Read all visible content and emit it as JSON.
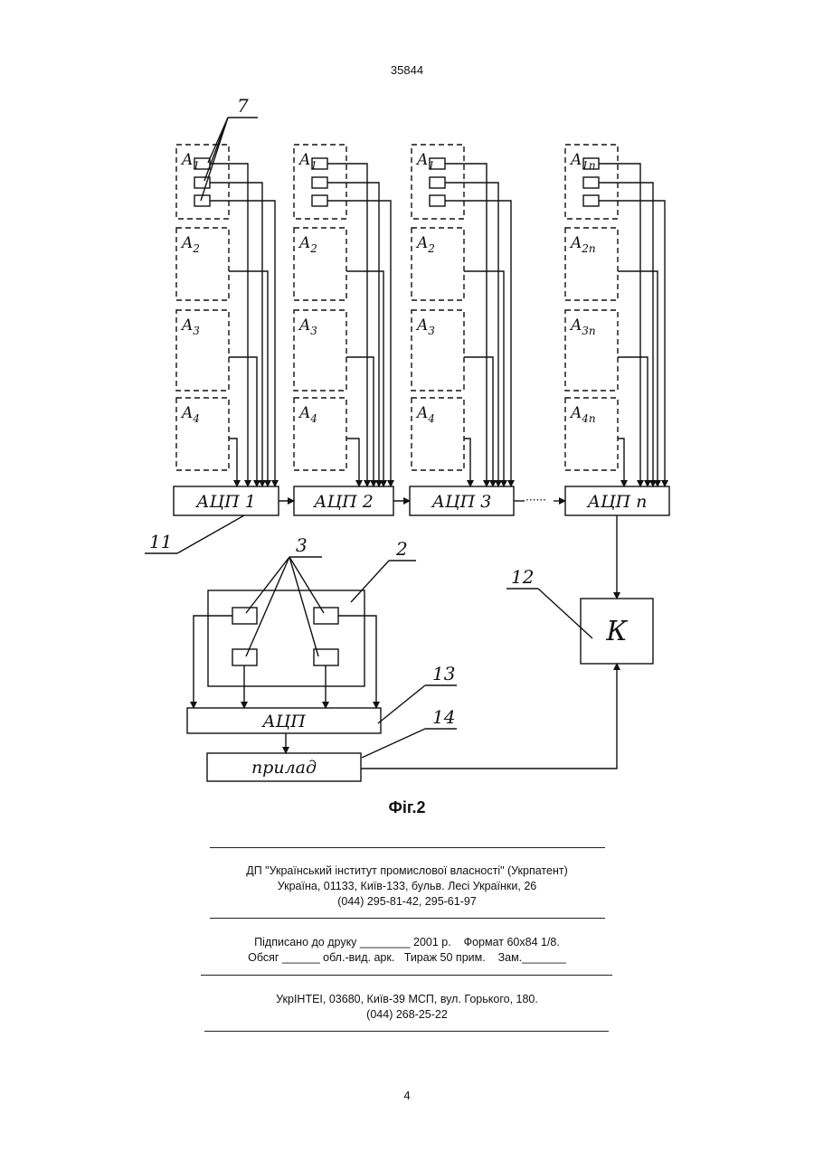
{
  "page": {
    "patent_number": "35844",
    "page_number": "4"
  },
  "figure": {
    "caption": "Фіг.2",
    "callouts": {
      "sensors": "7",
      "adc_chain": "11",
      "sensors_ref": "3",
      "reference_body": "2",
      "comparator": "12",
      "adc_ref": "13",
      "device": "14"
    },
    "columns": [
      {
        "blocks": [
          "A1",
          "A2",
          "A3",
          "A4"
        ]
      },
      {
        "blocks": [
          "A1",
          "A2",
          "A3",
          "A4"
        ]
      },
      {
        "blocks": [
          "A1",
          "A2",
          "A3",
          "A4"
        ]
      },
      {
        "blocks": [
          "A1n",
          "A2n",
          "A3n",
          "A4n"
        ]
      }
    ],
    "adc_blocks": [
      "АЦП 1",
      "АЦП 2",
      "АЦП 3",
      "АЦП n"
    ],
    "dots": "······",
    "comparator_label": "К",
    "adc_ref_label": "АЦП",
    "device_label": "прилад"
  },
  "imprint": {
    "org": [
      "ДП \"Український інститут промислової власності\" (Укрпатент)",
      "Україна, 01133, Київ-133, бульв. Лесі Українки, 26",
      "(044) 295-81-42, 295-61-97"
    ],
    "print": [
      "Підписано до друку ________ 2001 р.    Формат 60х84 1/8.",
      "Обсяг ______ обл.-вид. арк.   Тираж 50 прим.    Зам._______"
    ],
    "printer": [
      "УкрІНТЕІ, 03680, Київ-39 МСП, вул. Горького, 180.",
      "(044) 268-25-22"
    ]
  }
}
